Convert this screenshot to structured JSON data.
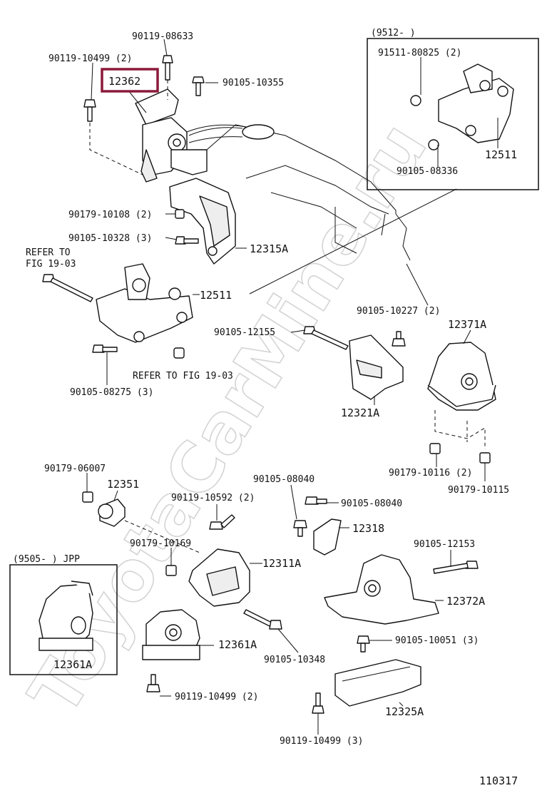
{
  "highlight": {
    "part": "12362",
    "color": "#8b1a3a"
  },
  "watermark": "ToyotaCarMine.ru",
  "page_code": "110317",
  "insets": {
    "top_right": {
      "range": "(9512-        )"
    },
    "bottom_left": {
      "range": "(9505-        ) JPP"
    }
  },
  "labels": {
    "p90119_08633": "90119-08633",
    "p90119_10499_2_top": "90119-10499 (2)",
    "p90105_10355": "90105-10355",
    "p91511_80825": "91511-80825 (2)",
    "p12511_inset": "12511",
    "p90105_08336": "90105-08336",
    "p90179_10108": "90179-10108 (2)",
    "p90105_10328": "90105-10328 (3)",
    "p12315A": "12315A",
    "refer_19_03_a1": "REFER TO",
    "refer_19_03_a2": "FIG 19-03",
    "p12511": "12511",
    "p90105_10227": "90105-10227 (2)",
    "p90105_12155": "90105-12155",
    "p12371A": "12371A",
    "refer_19_03_b": "REFER TO FIG 19-03",
    "p90105_08275": "90105-08275 (3)",
    "p12321A": "12321A",
    "p90179_10116": "90179-10116 (2)",
    "p90179_10115": "90179-10115",
    "p90179_06007": "90179-06007",
    "p12351": "12351",
    "p90105_08040_a": "90105-08040",
    "p90119_10592": "90119-10592 (2)",
    "p90105_08040_b": "90105-08040",
    "p12318": "12318",
    "p90179_10169": "90179-10169",
    "p12311A": "12311A",
    "p90105_12153": "90105-12153",
    "p12372A": "12372A",
    "p12361A_inset": "12361A",
    "p12361A": "12361A",
    "p90105_10051": "90105-10051 (3)",
    "p90105_10348": "90105-10348",
    "p90119_10499_2": "90119-10499 (2)",
    "p12325A": "12325A",
    "p90119_10499_3": "90119-10499 (3)"
  }
}
